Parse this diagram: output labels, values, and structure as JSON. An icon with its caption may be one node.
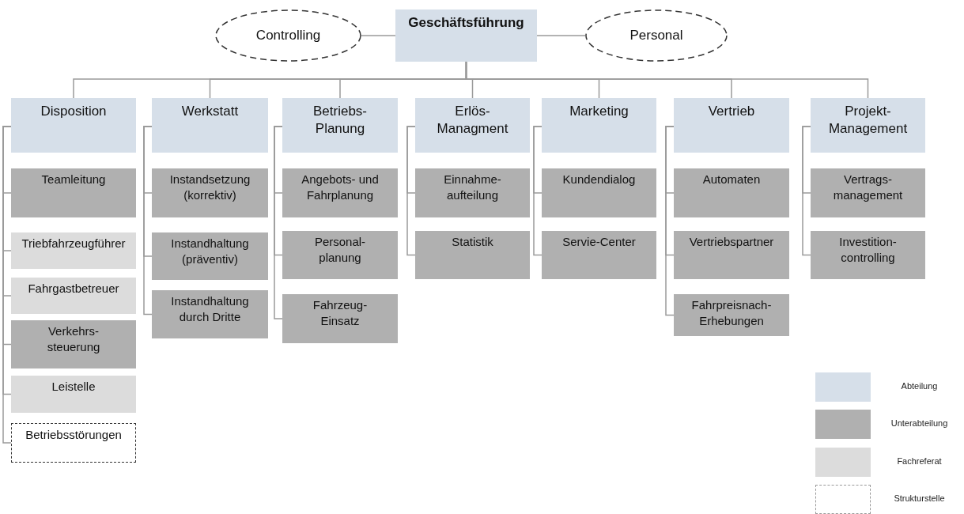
{
  "diagram": {
    "nodes": [
      {
        "text": [
          "Controlling"
        ]
      },
      {
        "text": [
          "Geschäftsführung"
        ]
      },
      {
        "text": [
          "Personal"
        ]
      },
      {
        "text": [
          "Disposition"
        ]
      },
      {
        "text": [
          "Teamleitung"
        ]
      },
      {
        "text": [
          "Triebfahrzeugführer"
        ]
      },
      {
        "text": [
          "Fahrgastbetreuer"
        ]
      },
      {
        "text": [
          "Verkehrs- steuerung"
        ]
      },
      {
        "text": [
          "Leistelle"
        ]
      },
      {
        "text": [
          "Betriebsstörungen"
        ]
      },
      {
        "text": [
          "Werkstatt"
        ]
      },
      {
        "text": [
          "Instandsetzung (korrektiv)"
        ]
      },
      {
        "text": [
          "Instandhaltung (präventiv)"
        ]
      },
      {
        "text": [
          "Instandhaltung durch Dritte"
        ]
      },
      {
        "text": [
          "Betriebs- Planung"
        ]
      },
      {
        "text": [
          "Angebots- und Fahrplanung"
        ]
      },
      {
        "text": [
          "Personal- planung"
        ]
      },
      {
        "text": [
          "Fahrzeug- Einsatz"
        ]
      },
      {
        "text": [
          "Erlös- Managment"
        ]
      },
      {
        "text": [
          "Einnahme- aufteilung"
        ]
      },
      {
        "text": [
          "Statistik"
        ]
      },
      {
        "text": [
          "Marketing"
        ]
      },
      {
        "text": [
          "Kundendialog"
        ]
      },
      {
        "text": [
          "Servie-Center"
        ]
      },
      {
        "text": [
          "Vertrieb"
        ]
      },
      {
        "text": [
          "Automaten"
        ]
      },
      {
        "text": [
          "Vertriebspartner"
        ]
      },
      {
        "text": [
          "Fahrpreisnach- Erhebungen"
        ]
      },
      {
        "text": [
          "Projekt- Management"
        ]
      },
      {
        "text": [
          "Vertrags- management"
        ]
      },
      {
        "text": [
          "Investition- controlling"
        ]
      }
    ],
    "edges": [
      {
        "from": 1,
        "to": 0,
        "arrow": "none"
      },
      {
        "from": 1,
        "to": 2,
        "arrow": "none"
      },
      {
        "from": 1,
        "to": 3,
        "arrow": "none"
      },
      {
        "from": 1,
        "to": 10,
        "arrow": "none"
      },
      {
        "from": 1,
        "to": 14,
        "arrow": "none"
      },
      {
        "from": 1,
        "to": 18,
        "arrow": "none"
      },
      {
        "from": 1,
        "to": 21,
        "arrow": "none"
      },
      {
        "from": 1,
        "to": 24,
        "arrow": "none"
      },
      {
        "from": 1,
        "to": 28,
        "arrow": "none"
      },
      {
        "from": 3,
        "to": 4,
        "arrow": "none"
      },
      {
        "from": 3,
        "to": 5,
        "arrow": "none"
      },
      {
        "from": 3,
        "to": 6,
        "arrow": "none"
      },
      {
        "from": 3,
        "to": 7,
        "arrow": "none"
      },
      {
        "from": 3,
        "to": 8,
        "arrow": "none"
      },
      {
        "from": 3,
        "to": 9,
        "arrow": "none"
      },
      {
        "from": 10,
        "to": 11,
        "arrow": "none"
      },
      {
        "from": 10,
        "to": 12,
        "arrow": "none"
      },
      {
        "from": 10,
        "to": 13,
        "arrow": "none"
      },
      {
        "from": 14,
        "to": 15,
        "arrow": "none"
      },
      {
        "from": 14,
        "to": 16,
        "arrow": "none"
      },
      {
        "from": 14,
        "to": 17,
        "arrow": "none"
      },
      {
        "from": 18,
        "to": 19,
        "arrow": "none"
      },
      {
        "from": 18,
        "to": 20,
        "arrow": "none"
      },
      {
        "from": 21,
        "to": 22,
        "arrow": "none"
      },
      {
        "from": 21,
        "to": 23,
        "arrow": "none"
      },
      {
        "from": 24,
        "to": 25,
        "arrow": "none"
      },
      {
        "from": 24,
        "to": 26,
        "arrow": "none"
      },
      {
        "from": 24,
        "to": 27,
        "arrow": "none"
      },
      {
        "from": 28,
        "to": 29,
        "arrow": "none"
      },
      {
        "from": 28,
        "to": 30,
        "arrow": "none"
      }
    ],
    "legend": [
      {
        "text": "Abteilung",
        "color": "#d6dfe9"
      },
      {
        "text": "Unterabteilung",
        "color": "#b0b0b0"
      },
      {
        "text": "Fachreferat",
        "color": "#dcdcdc"
      },
      {
        "text": "Strukturstelle"
      }
    ]
  }
}
